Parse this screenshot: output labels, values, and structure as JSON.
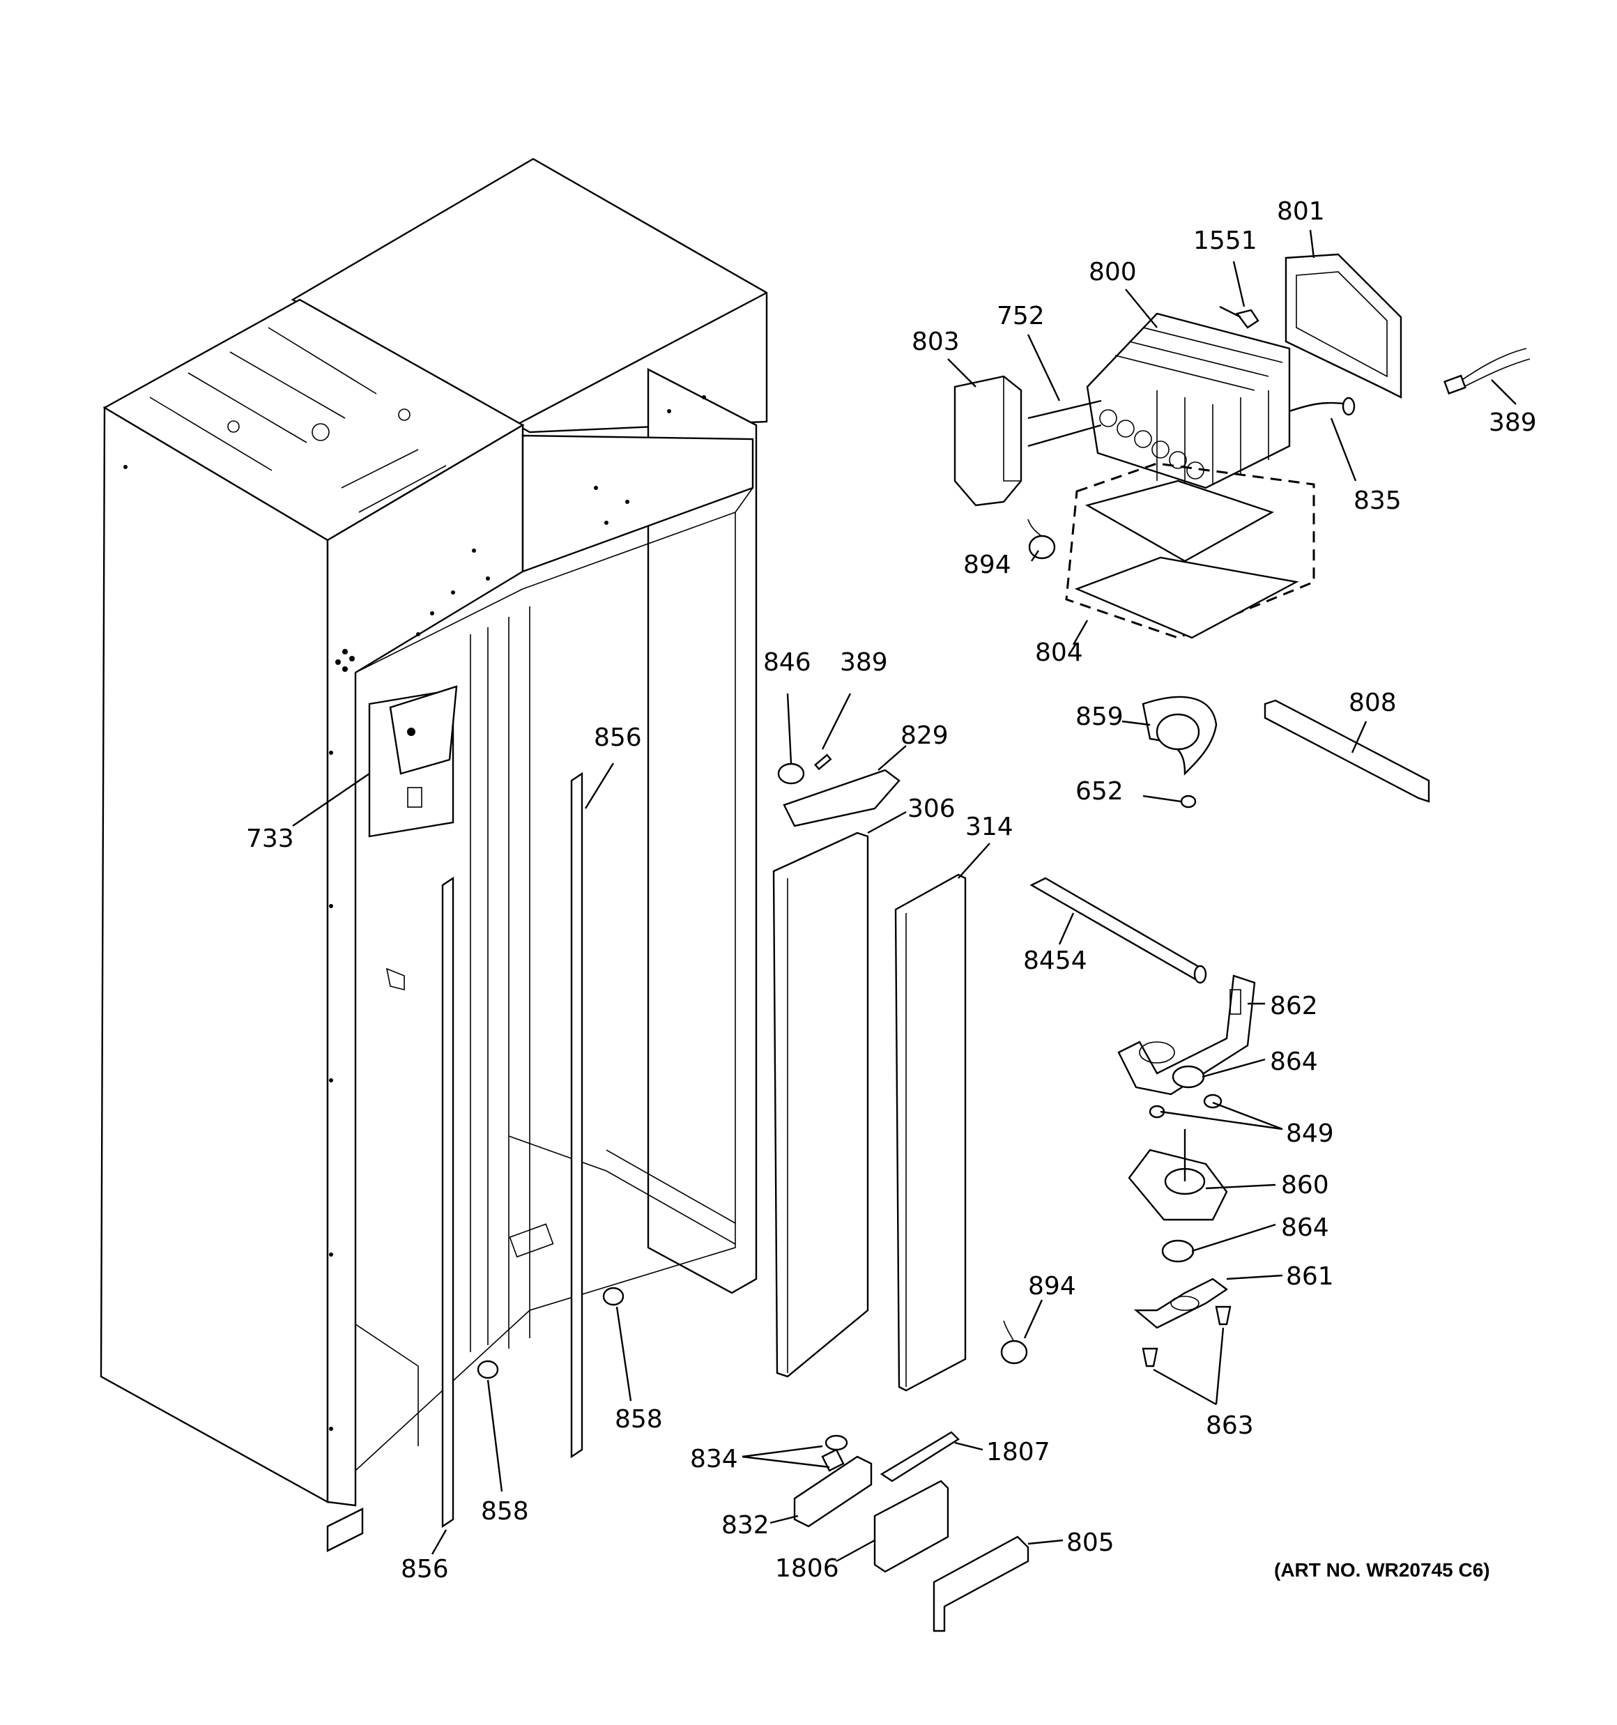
{
  "art_number": "(ART NO. WR20745 C6)",
  "callouts": [
    {
      "id": "801",
      "text": "801"
    },
    {
      "id": "1551",
      "text": "1551"
    },
    {
      "id": "800",
      "text": "800"
    },
    {
      "id": "752",
      "text": "752"
    },
    {
      "id": "803",
      "text": "803"
    },
    {
      "id": "389-top",
      "text": "389"
    },
    {
      "id": "835",
      "text": "835"
    },
    {
      "id": "894-top",
      "text": "894"
    },
    {
      "id": "804",
      "text": "804"
    },
    {
      "id": "846",
      "text": "846"
    },
    {
      "id": "389-mid",
      "text": "389"
    },
    {
      "id": "829",
      "text": "829"
    },
    {
      "id": "856-top",
      "text": "856"
    },
    {
      "id": "859",
      "text": "859"
    },
    {
      "id": "808",
      "text": "808"
    },
    {
      "id": "652",
      "text": "652"
    },
    {
      "id": "733",
      "text": "733"
    },
    {
      "id": "306",
      "text": "306"
    },
    {
      "id": "314",
      "text": "314"
    },
    {
      "id": "8454",
      "text": "8454"
    },
    {
      "id": "862",
      "text": "862"
    },
    {
      "id": "864-top",
      "text": "864"
    },
    {
      "id": "849",
      "text": "849"
    },
    {
      "id": "860",
      "text": "860"
    },
    {
      "id": "864-bot",
      "text": "864"
    },
    {
      "id": "861",
      "text": "861"
    },
    {
      "id": "894-bot",
      "text": "894"
    },
    {
      "id": "863",
      "text": "863"
    },
    {
      "id": "858-right",
      "text": "858"
    },
    {
      "id": "834",
      "text": "834"
    },
    {
      "id": "1807",
      "text": "1807"
    },
    {
      "id": "832",
      "text": "832"
    },
    {
      "id": "858-left",
      "text": "858"
    },
    {
      "id": "1806",
      "text": "1806"
    },
    {
      "id": "805",
      "text": "805"
    },
    {
      "id": "856-bot",
      "text": "856"
    }
  ]
}
